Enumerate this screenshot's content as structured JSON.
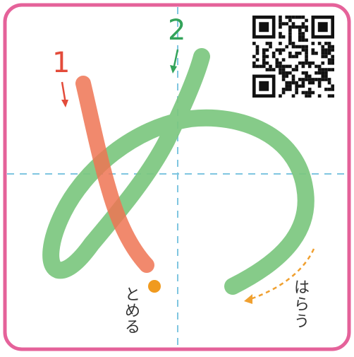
{
  "character": "め",
  "strokes": [
    {
      "number": "1",
      "color": "#e8684a"
    },
    {
      "number": "2",
      "color": "#7cc47f"
    }
  ],
  "annotations": {
    "tome": "とめる",
    "harau": "はらう"
  },
  "colors": {
    "border": "#e5629a",
    "guide": "#7fc6e0",
    "stroke1": "#ef7453",
    "stroke2": "#7cc77f",
    "tome_dot": "#f09a1f",
    "harau_arrow": "#f0a030",
    "label1": "#e34b3a",
    "label2": "#33a35a"
  },
  "icons": {
    "qr": "qr-code-icon"
  }
}
